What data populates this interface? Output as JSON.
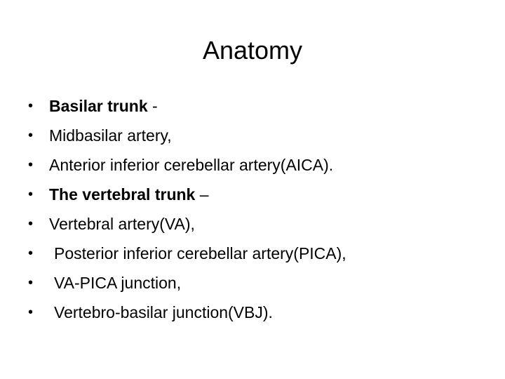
{
  "slide": {
    "title": "Anatomy",
    "bullet_symbol": "•",
    "items": [
      {
        "bold": "Basilar trunk",
        "text": " -"
      },
      {
        "bold": "",
        "text": "Midbasilar artery,"
      },
      {
        "bold": "",
        "text": "Anterior inferior cerebellar artery(AICA)."
      },
      {
        "bold": "The vertebral trunk",
        "text": " –"
      },
      {
        "bold": "",
        "text": "Vertebral artery(VA),"
      },
      {
        "bold": "",
        "text": "Posterior inferior cerebellar artery(PICA),"
      },
      {
        "bold": "",
        "text": "VA-PICA junction,"
      },
      {
        "bold": "",
        "text": "Vertebro-basilar junction(VBJ)."
      }
    ]
  }
}
